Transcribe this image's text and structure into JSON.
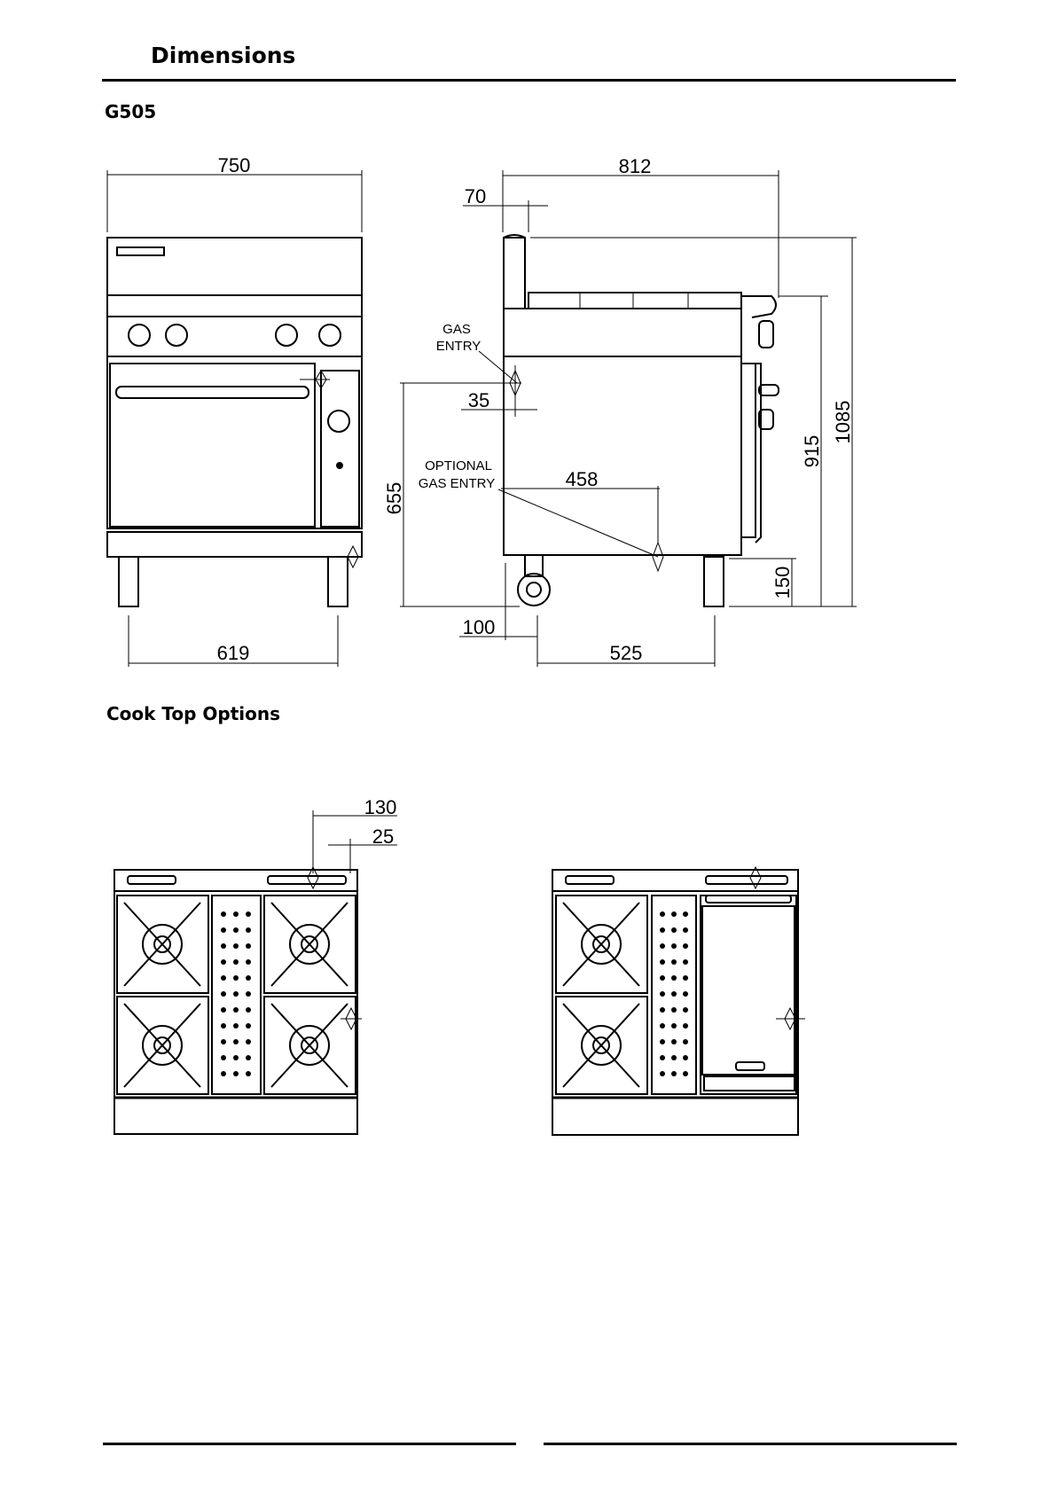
{
  "header": {
    "title": "Dimensions"
  },
  "model": {
    "name": "G505"
  },
  "sections": {
    "cooktop_title": "Cook Top Options"
  },
  "front_view": {
    "width_overall": "750",
    "width_legs": "619",
    "height_gas": "655"
  },
  "side_view": {
    "depth_overall": "812",
    "splash_offset": "70",
    "gas_entry_label_1": "GAS",
    "gas_entry_label_2": "ENTRY",
    "gas_entry_offset": "35",
    "optional_gas_label_1": "OPTIONAL",
    "optional_gas_label_2": "GAS ENTRY",
    "optional_gas_offset": "458",
    "wheel_offset": "100",
    "leg_spacing": "525",
    "height_leg": "150",
    "height_work": "915",
    "height_total": "1085"
  },
  "cooktop_view": {
    "offset_outer": "130",
    "offset_inner": "25"
  }
}
